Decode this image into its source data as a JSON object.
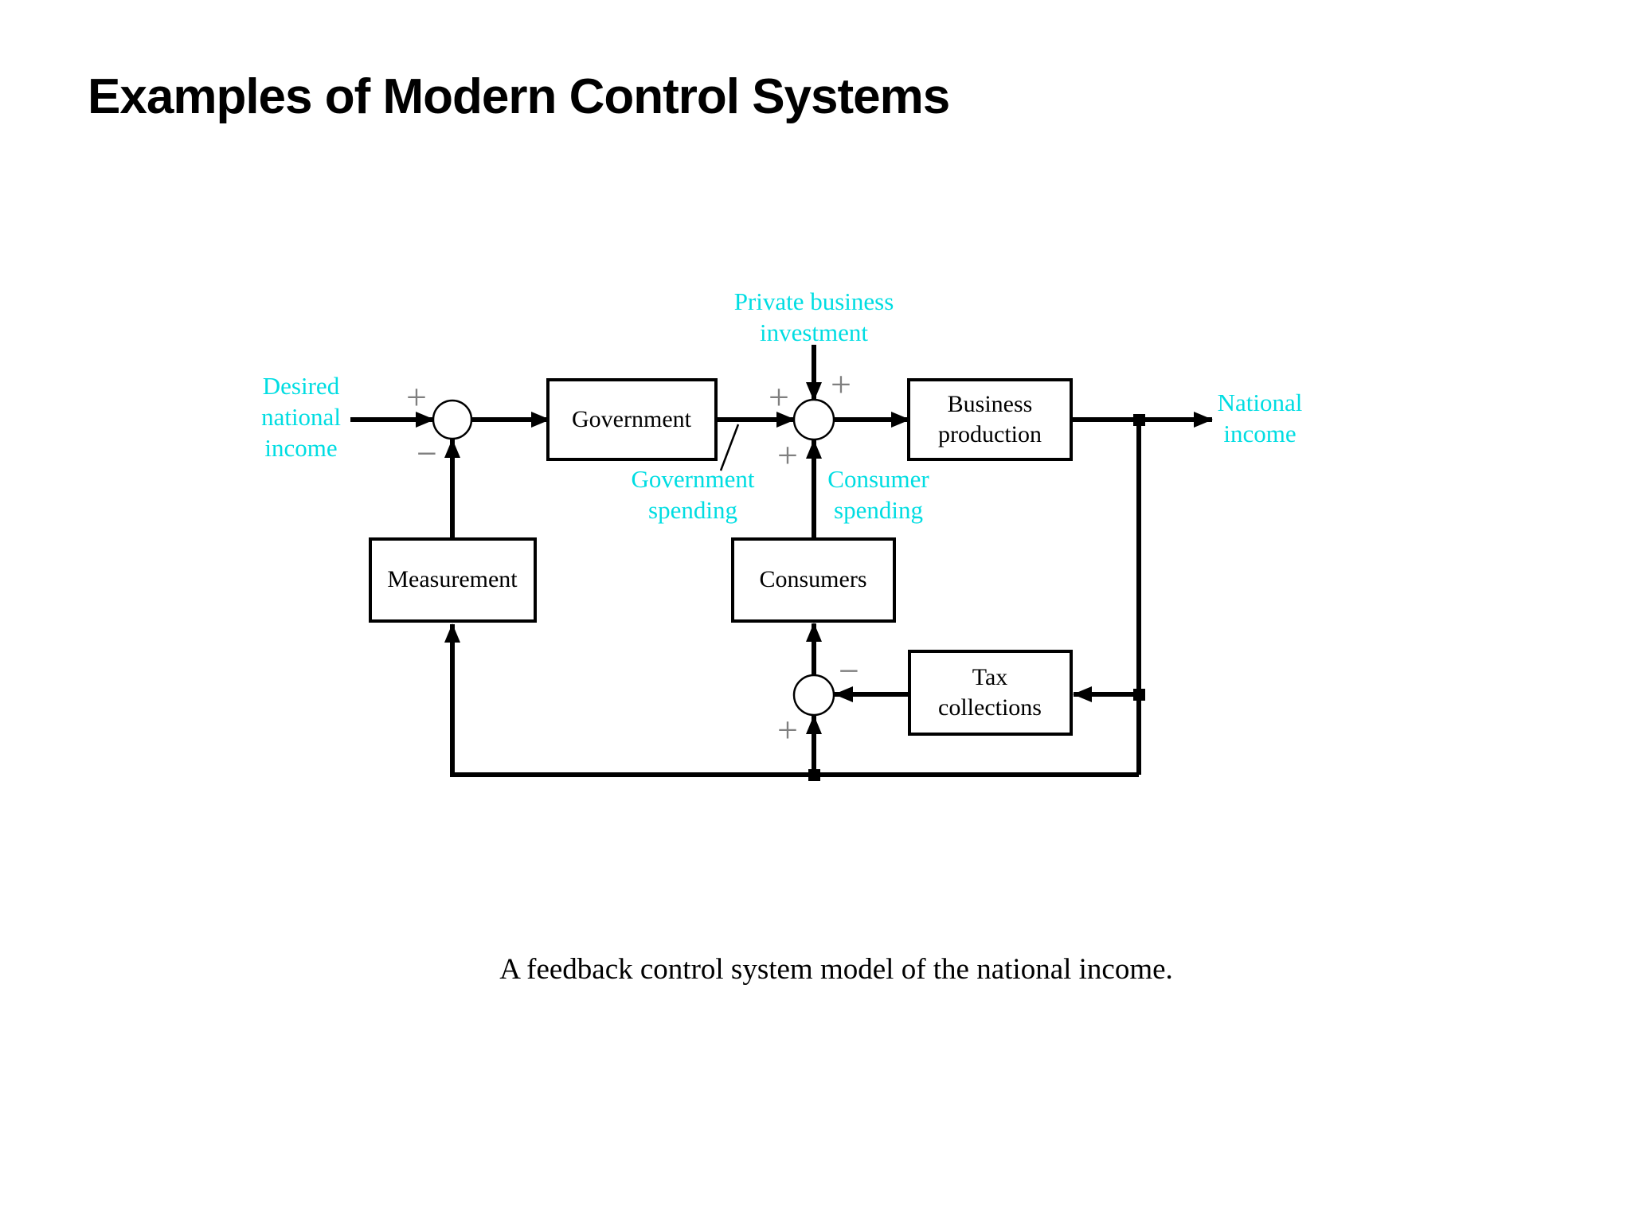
{
  "page": {
    "title": "Examples of Modern Control Systems",
    "caption": "A feedback control system model of the national income."
  },
  "colors": {
    "label_cyan": "#00dde2",
    "sign_gray": "#7f7f7f",
    "line_black": "#000000"
  },
  "blocks": {
    "government": {
      "label": "Government"
    },
    "business_production": {
      "label": "Business\nproduction"
    },
    "measurement": {
      "label": "Measurement"
    },
    "consumers": {
      "label": "Consumers"
    },
    "tax_collections": {
      "label": "Tax\ncollections"
    }
  },
  "labels": {
    "desired_national_income": "Desired\nnational\nincome",
    "private_business_investment": "Private business\ninvestment",
    "government_spending": "Government\nspending",
    "consumer_spending": "Consumer\nspending",
    "national_income": "National\nincome"
  },
  "signs": {
    "j1_plus": "+",
    "j1_minus": "−",
    "j2_plus_left": "+",
    "j2_plus_top_right": "+",
    "j2_plus_bottom": "+",
    "j3_minus": "−",
    "j3_plus": "+"
  }
}
